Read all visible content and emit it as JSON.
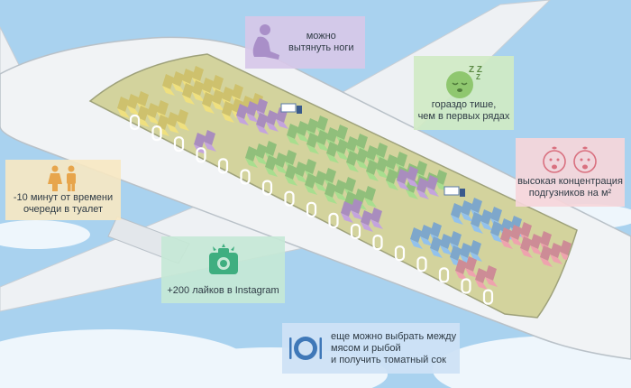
{
  "colors": {
    "sky": "#a9d2ef",
    "fuselage": "#f1f3f5",
    "cabin_floor": "#d3d39d",
    "yellow_seats": "#efe07f",
    "purple_seats": "#c4a4dd",
    "green_seats": "#a8de8f",
    "blue_seats": "#93c2ec",
    "pink_seats": "#eea3ae"
  },
  "callouts": {
    "legs": {
      "icon": "person-stretching-icon",
      "lines": [
        "можно",
        "вытянуть ноги"
      ]
    },
    "quiet": {
      "icon": "sleeping-face-icon",
      "lines": [
        "гораздо тише,",
        "чем в первых рядах"
      ]
    },
    "diapers": {
      "icon": "crying-babies-icon",
      "lines": [
        "высокая концентрация",
        "подгузников на м²"
      ]
    },
    "toilet": {
      "icon": "restroom-icon",
      "lines": [
        "-10 минут от времени",
        "очереди в туалет"
      ]
    },
    "instagram": {
      "icon": "camera-icon",
      "lines": [
        "+200 лайков в Instagram"
      ]
    },
    "food": {
      "icon": "plate-icon",
      "lines": [
        "еще можно выбрать между",
        "мясом и рыбой",
        "и получить томатный сок"
      ]
    }
  }
}
